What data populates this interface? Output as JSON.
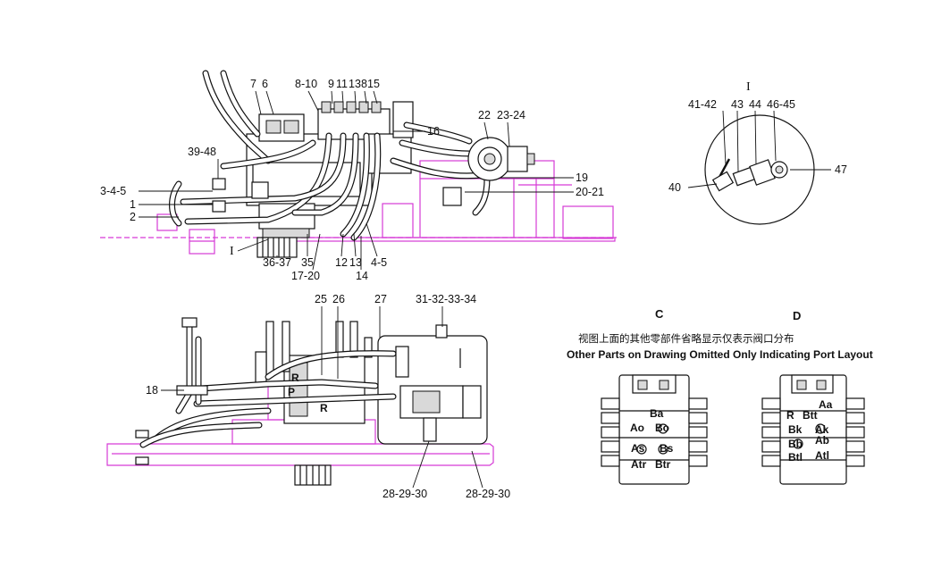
{
  "top_view": {
    "labels_top": [
      "7",
      "6",
      "8-10",
      "9",
      "11",
      "13",
      "8",
      "15",
      "22",
      "23-24"
    ],
    "labels_right": [
      "16",
      "19",
      "20-21"
    ],
    "labels_left": [
      "39-48",
      "3-4-5",
      "1",
      "2"
    ],
    "labels_bottom": [
      "36-37",
      "35",
      "17-20",
      "12",
      "13",
      "4-5",
      "14"
    ],
    "detail_marker": "I"
  },
  "detail_I": {
    "title": "I",
    "labels": [
      "41-42",
      "43",
      "44",
      "46-45",
      "47",
      "40"
    ]
  },
  "side_view": {
    "labels": [
      "25",
      "26",
      "27",
      "31-32-33-34",
      "18",
      "28-29-30",
      "28-29-30"
    ],
    "port_labels": [
      "R",
      "P",
      "R"
    ]
  },
  "views": {
    "c_title": "C",
    "d_title": "D",
    "note_cn": "视图上面的其他零部件省略显示仅表示阀口分布",
    "note_en": "Other Parts on Drawing Omitted Only Indicating Port Layout",
    "c_ports": [
      "Ba",
      "Ao",
      "Bo",
      "As",
      "Bs",
      "Atr",
      "Btr"
    ],
    "d_ports": [
      "Aa",
      "R",
      "Btt",
      "Bk",
      "Ak",
      "Bb",
      "Ab",
      "Btl",
      "Atl"
    ]
  },
  "colors": {
    "frame": "#d63bd6",
    "line": "#111111",
    "background": "#ffffff"
  }
}
